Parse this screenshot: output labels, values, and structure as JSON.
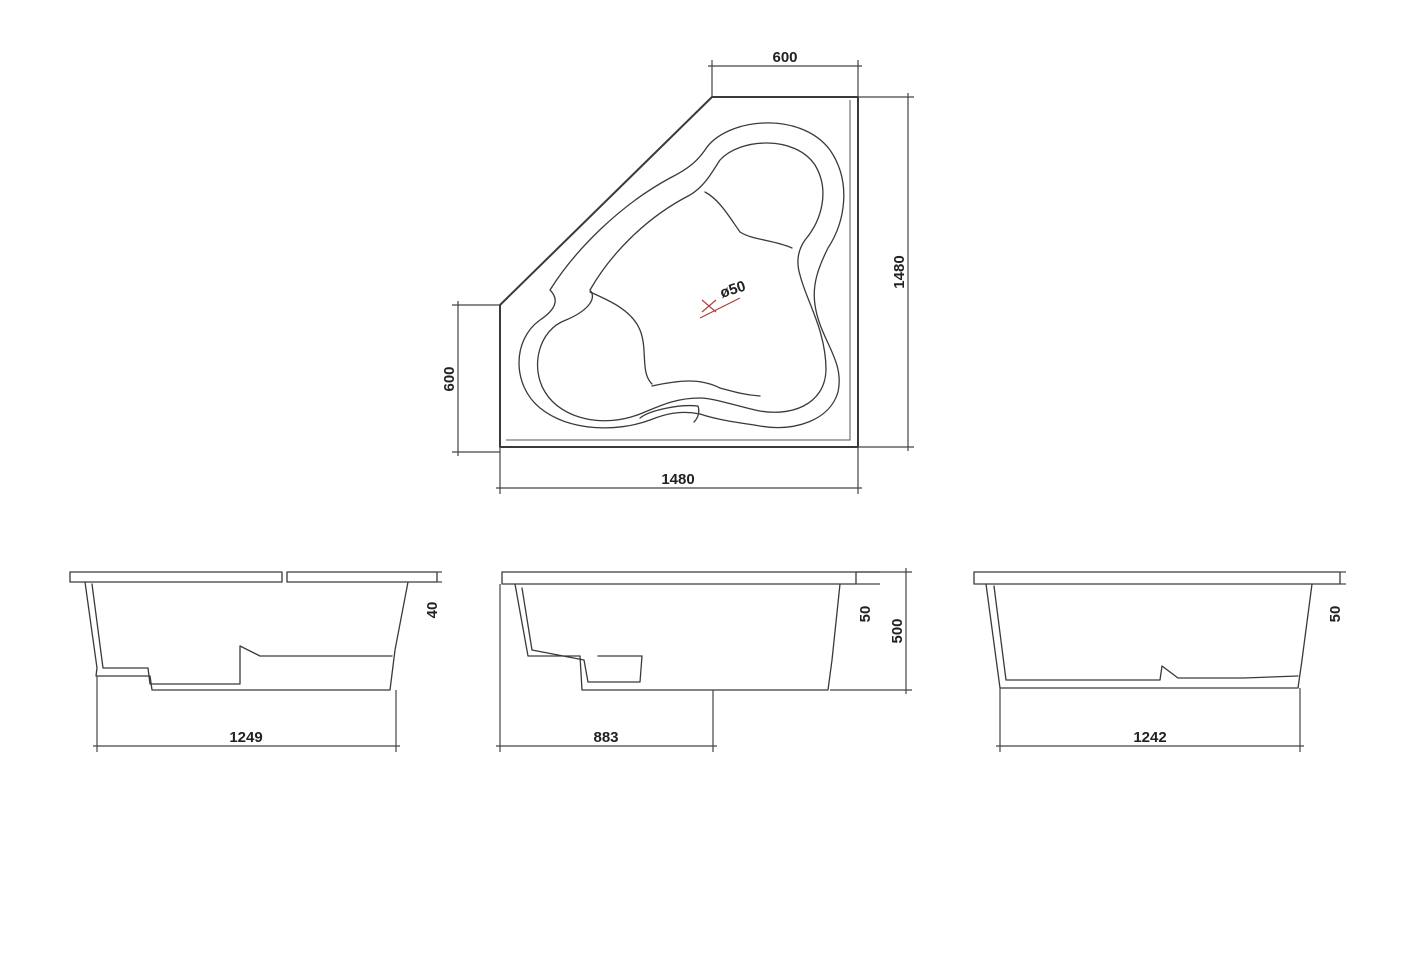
{
  "plan_view": {
    "top_width": "600",
    "right_height": "1480",
    "left_height": "600",
    "bottom_width": "1480",
    "drain_label": "ø50"
  },
  "side_view_1": {
    "width": "1249",
    "rim": "40"
  },
  "side_view_2": {
    "width": "883",
    "rim": "50",
    "height": "500"
  },
  "side_view_3": {
    "width": "1242",
    "rim": "50"
  },
  "colors": {
    "line": "#3a3a3a",
    "drain": "#b04040",
    "background": "#ffffff"
  }
}
